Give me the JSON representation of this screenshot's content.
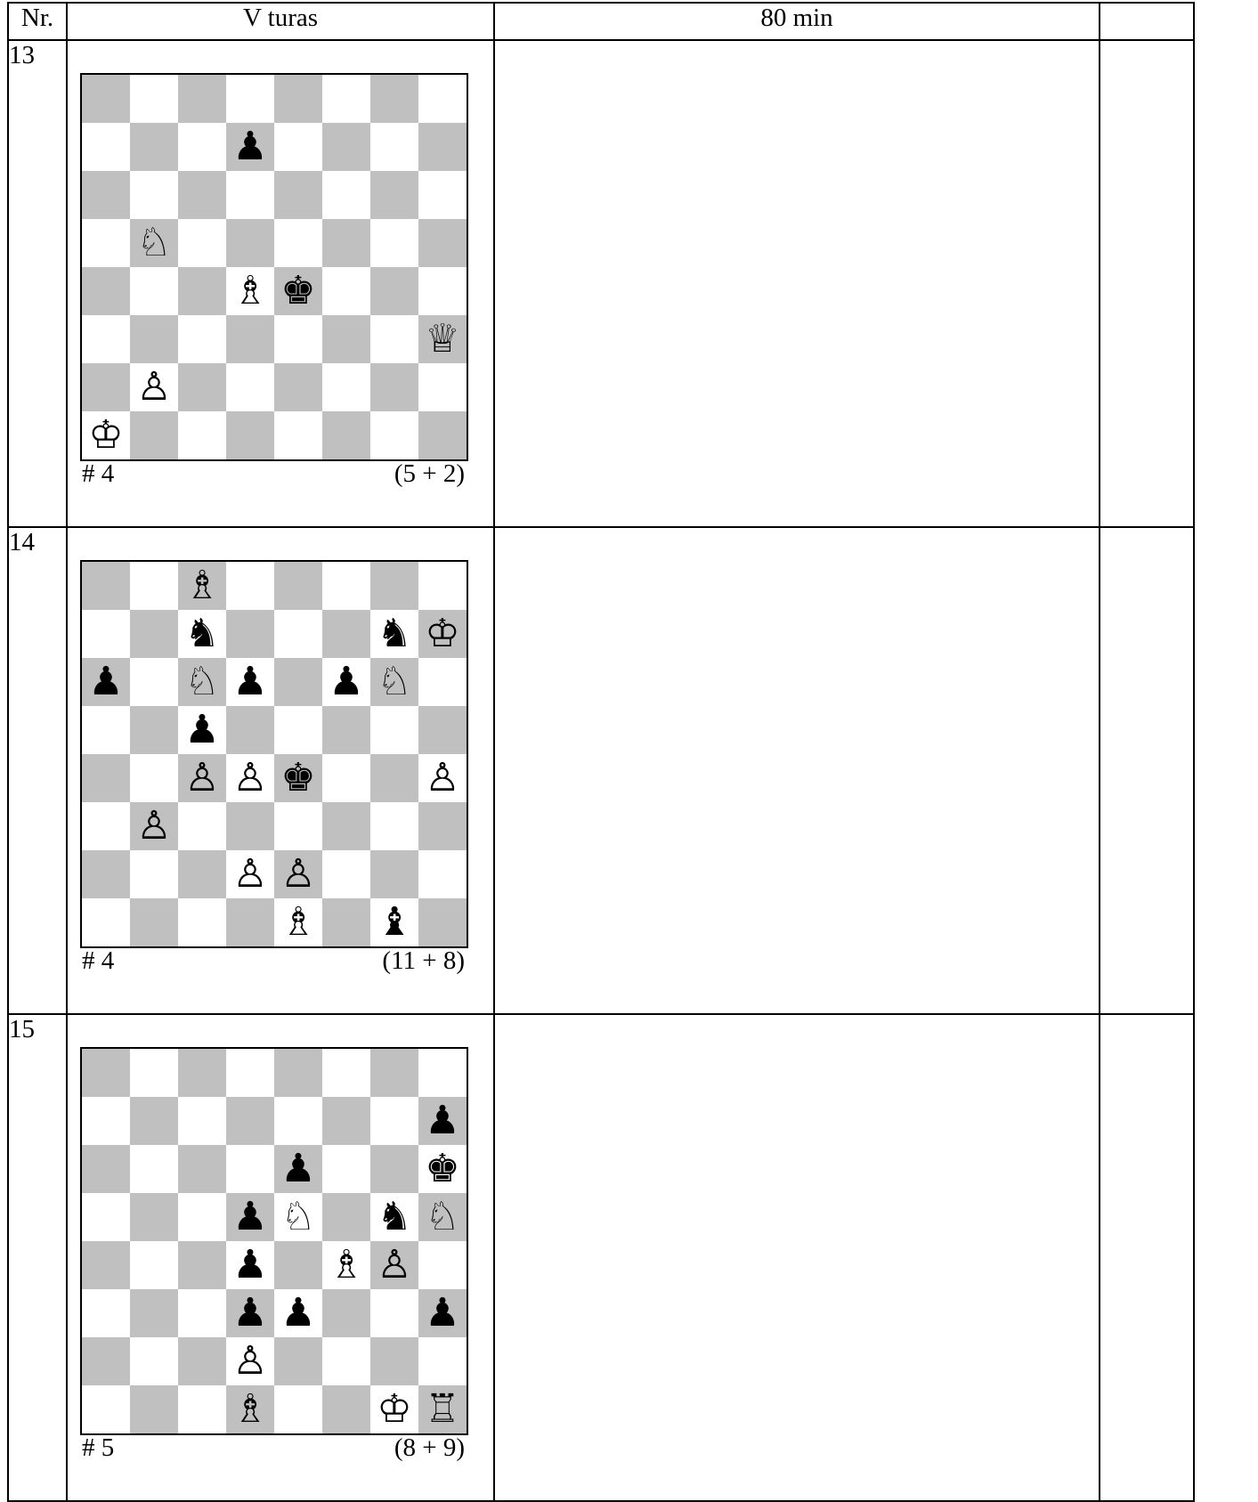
{
  "header": {
    "col_nr": "Nr.",
    "col_round": "V turas",
    "col_time": "80 min",
    "col_extra": ""
  },
  "problems": [
    {
      "number": "13",
      "stipulation": "# 4",
      "count": "(5 + 2)",
      "pieces": [
        {
          "sq": "d7",
          "glyph": "♟",
          "name": "black-pawn"
        },
        {
          "sq": "b5",
          "glyph": "♘",
          "name": "white-knight"
        },
        {
          "sq": "d4",
          "glyph": "♗",
          "name": "white-bishop"
        },
        {
          "sq": "e4",
          "glyph": "♚",
          "name": "black-king"
        },
        {
          "sq": "h3",
          "glyph": "♕",
          "name": "white-queen"
        },
        {
          "sq": "b2",
          "glyph": "♙",
          "name": "white-pawn"
        },
        {
          "sq": "a1",
          "glyph": "♔",
          "name": "white-king"
        }
      ]
    },
    {
      "number": "14",
      "stipulation": "# 4",
      "count": "(11 + 8)",
      "pieces": [
        {
          "sq": "c8",
          "glyph": "♗",
          "name": "white-bishop"
        },
        {
          "sq": "c7",
          "glyph": "♞",
          "name": "black-knight"
        },
        {
          "sq": "g7",
          "glyph": "♞",
          "name": "black-knight"
        },
        {
          "sq": "h7",
          "glyph": "♔",
          "name": "white-king"
        },
        {
          "sq": "a6",
          "glyph": "♟",
          "name": "black-pawn"
        },
        {
          "sq": "c6",
          "glyph": "♘",
          "name": "white-knight"
        },
        {
          "sq": "d6",
          "glyph": "♟",
          "name": "black-pawn"
        },
        {
          "sq": "f6",
          "glyph": "♟",
          "name": "black-pawn"
        },
        {
          "sq": "g6",
          "glyph": "♘",
          "name": "white-knight"
        },
        {
          "sq": "c5",
          "glyph": "♟",
          "name": "black-pawn"
        },
        {
          "sq": "c4",
          "glyph": "♙",
          "name": "white-pawn"
        },
        {
          "sq": "d4",
          "glyph": "♙",
          "name": "white-pawn"
        },
        {
          "sq": "e4",
          "glyph": "♚",
          "name": "black-king"
        },
        {
          "sq": "h4",
          "glyph": "♙",
          "name": "white-pawn"
        },
        {
          "sq": "b3",
          "glyph": "♙",
          "name": "white-pawn"
        },
        {
          "sq": "d2",
          "glyph": "♙",
          "name": "white-pawn"
        },
        {
          "sq": "e2",
          "glyph": "♙",
          "name": "white-pawn"
        },
        {
          "sq": "e1",
          "glyph": "♗",
          "name": "white-bishop"
        },
        {
          "sq": "g1",
          "glyph": "♝",
          "name": "black-bishop"
        }
      ]
    },
    {
      "number": "15",
      "stipulation": "# 5",
      "count": "(8 + 9)",
      "pieces": [
        {
          "sq": "h7",
          "glyph": "♟",
          "name": "black-pawn"
        },
        {
          "sq": "e6",
          "glyph": "♟",
          "name": "black-pawn"
        },
        {
          "sq": "h6",
          "glyph": "♚",
          "name": "black-king"
        },
        {
          "sq": "d5",
          "glyph": "♟",
          "name": "black-pawn"
        },
        {
          "sq": "e5",
          "glyph": "♘",
          "name": "white-knight"
        },
        {
          "sq": "g5",
          "glyph": "♞",
          "name": "black-knight"
        },
        {
          "sq": "h5",
          "glyph": "♘",
          "name": "white-knight"
        },
        {
          "sq": "d4",
          "glyph": "♟",
          "name": "black-pawn"
        },
        {
          "sq": "f4",
          "glyph": "♗",
          "name": "white-bishop"
        },
        {
          "sq": "g4",
          "glyph": "♙",
          "name": "white-pawn"
        },
        {
          "sq": "d3",
          "glyph": "♟",
          "name": "black-pawn"
        },
        {
          "sq": "e3",
          "glyph": "♟",
          "name": "black-pawn"
        },
        {
          "sq": "h3",
          "glyph": "♟",
          "name": "black-pawn"
        },
        {
          "sq": "d2",
          "glyph": "♙",
          "name": "white-pawn"
        },
        {
          "sq": "d1",
          "glyph": "♗",
          "name": "white-bishop"
        },
        {
          "sq": "g1",
          "glyph": "♔",
          "name": "white-king"
        },
        {
          "sq": "h1",
          "glyph": "♖",
          "name": "white-rook"
        }
      ]
    }
  ],
  "colors": {
    "light_square": "#ffffff",
    "dark_square": "#c0c0c0",
    "border": "#000000"
  }
}
